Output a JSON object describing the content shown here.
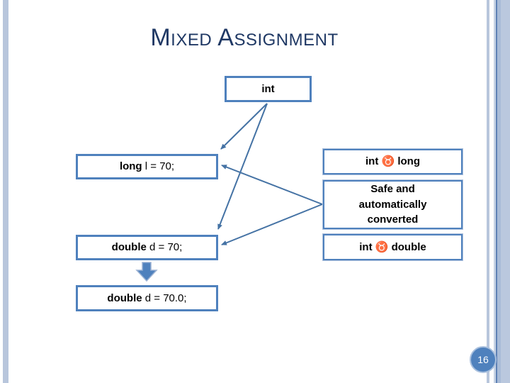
{
  "slide": {
    "title": "Mixed Assignment",
    "page_number": "16"
  },
  "diagram": {
    "int_box": {
      "label": "int"
    },
    "long_stmt": {
      "keyword": "long",
      "rest": " l = 70;"
    },
    "int_to_long": {
      "label": "int ♉ long"
    },
    "safe_note": {
      "text": "Safe and\nautomatically\nconverted"
    },
    "double_stmt": {
      "keyword": "double",
      "rest": " d = 70;"
    },
    "int_to_double": {
      "label": "int ♉ double"
    },
    "double_result": {
      "keyword": "double",
      "rest": " d = 70.0;"
    }
  },
  "icons": {
    "conversion_symbol": "♉",
    "down_arrow": "block-down-arrow",
    "connector": "arrow-line"
  },
  "colors": {
    "title": "#1f3864",
    "box_border": "#4f81bd",
    "connector_line": "#4472a4",
    "arrow_fill": "#4f81bd",
    "stripe_light": "#b8c6dc",
    "stripe_dark": "#5e81b5",
    "page_circle": "#4f81bd",
    "page_text": "#ffffff",
    "box_text": "#000000"
  }
}
